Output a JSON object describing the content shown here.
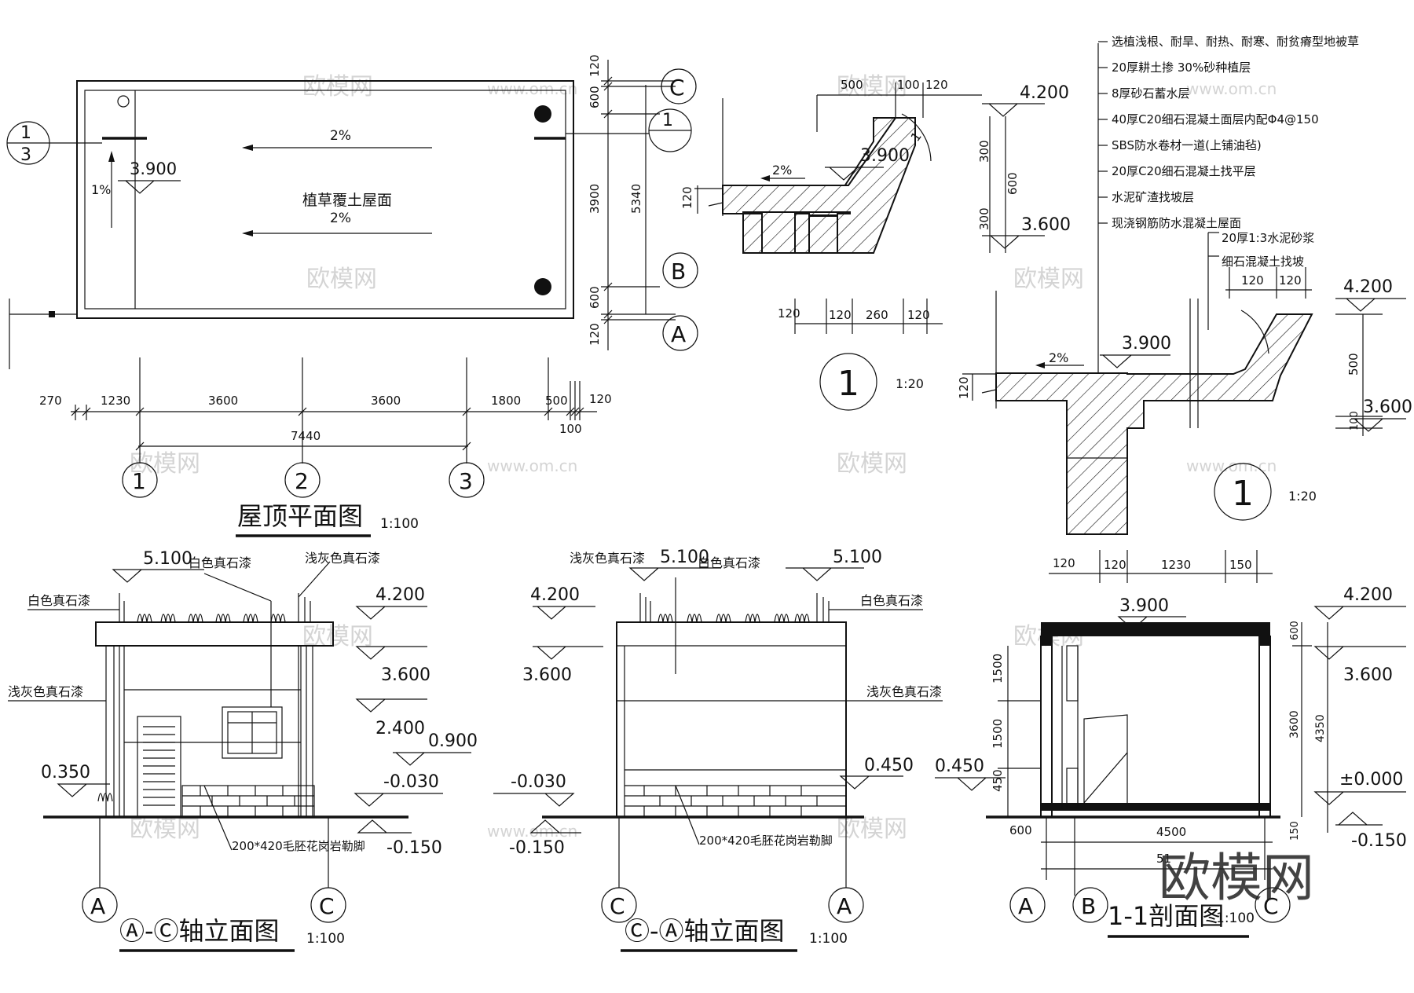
{
  "plan": {
    "title": "屋顶平面图",
    "scale": "1:100",
    "roof_label": "植草覆土屋面",
    "slope": "2%",
    "slope_side": "1%",
    "elev": "3.900",
    "section_mark_top": "1",
    "section_mark_bot": "3",
    "dims_top": [
      "270",
      "1230",
      "3600",
      "3600",
      "1800",
      "500",
      "120"
    ],
    "dim_small": "100",
    "dim_total": "7440",
    "dims_right": [
      "120",
      "600",
      "3900",
      "5340",
      "600",
      "120"
    ],
    "axes_bottom": [
      "1",
      "2",
      "3"
    ],
    "axes_right": [
      "C",
      "B",
      "A"
    ]
  },
  "detail1": {
    "elev_top": "4.200",
    "elev_mid": "3.900",
    "elev_low": "3.600",
    "slope": "2%",
    "dims_top": [
      "500",
      "100",
      "120"
    ],
    "dims_left": [
      "120"
    ],
    "dims_right": [
      "300",
      "600",
      "300"
    ],
    "dims_bottom": [
      "120",
      "120",
      "260",
      "120"
    ],
    "angle": "1",
    "label": "1",
    "scale": "1:20"
  },
  "layers": [
    "选植浅根、耐旱、耐热、耐寒、耐贫瘠型地被草",
    "20厚耕土掺 30%砂种植层",
    "8厚砂石蓄水层",
    "40厚C20细石混凝土面层内配Φ4@150",
    "SBS防水卷材一道(上铺油毡)",
    "20厚C20细石混凝土找平层",
    "水泥矿渣找坡层",
    "现浇钢筋防水混凝土屋面"
  ],
  "detail2": {
    "note1": "20厚1:3水泥砂浆",
    "note2": "细石混凝土找坡",
    "elev_top": "4.200",
    "elev_mid": "3.900",
    "elev_low": "3.600",
    "slope": "2%",
    "dims_top": [
      "120",
      "120"
    ],
    "dims_left": [
      "120"
    ],
    "dims_right": [
      "500",
      "100"
    ],
    "dims_bottom": [
      "120",
      "120",
      "1230",
      "150"
    ],
    "label": "1",
    "scale": "1:20"
  },
  "elev_ac": {
    "title": "Ⓐ-Ⓒ轴立面图",
    "scale": "1:100",
    "labels": {
      "white_stone": "白色真石漆",
      "white_stone2": "白色真石漆",
      "grey_stone": "浅灰色真石漆",
      "grey_stone2": "浅灰色真石漆",
      "granite": "200*420毛胚花岗岩勒脚"
    },
    "elevs": [
      "5.100",
      "4.200",
      "3.600",
      "2.400",
      "0.900",
      "0.350",
      "-0.030",
      "-0.150"
    ],
    "axes": [
      "A",
      "C"
    ]
  },
  "elev_ca": {
    "title": "Ⓒ-Ⓐ轴立面图",
    "scale": "1:100",
    "labels": {
      "grey_stone": "浅灰色真石漆",
      "white_stone": "白色真石漆",
      "white_stone2": "白色真石漆",
      "grey_stone2": "浅灰色真石漆",
      "granite": "200*420毛胚花岗岩勒脚"
    },
    "elevs": [
      "5.100",
      "4.200",
      "3.600",
      "0.450",
      "-0.030",
      "-0.150"
    ],
    "axes": [
      "C",
      "A"
    ]
  },
  "section": {
    "title": "1-1剖面图",
    "scale": "1:100",
    "elevs": [
      "3.900",
      "4.200",
      "3.600",
      "0.450",
      "±0.000",
      "-0.150"
    ],
    "dims_left": [
      "1500",
      "1500",
      "450"
    ],
    "dims_right": [
      "600",
      "3600",
      "4350",
      "150"
    ],
    "dims_bottom": [
      "600",
      "4500",
      "51"
    ],
    "axes": [
      "A",
      "B",
      "C"
    ]
  },
  "watermark": {
    "brand": "欧模网",
    "url": "www.om.cn"
  }
}
